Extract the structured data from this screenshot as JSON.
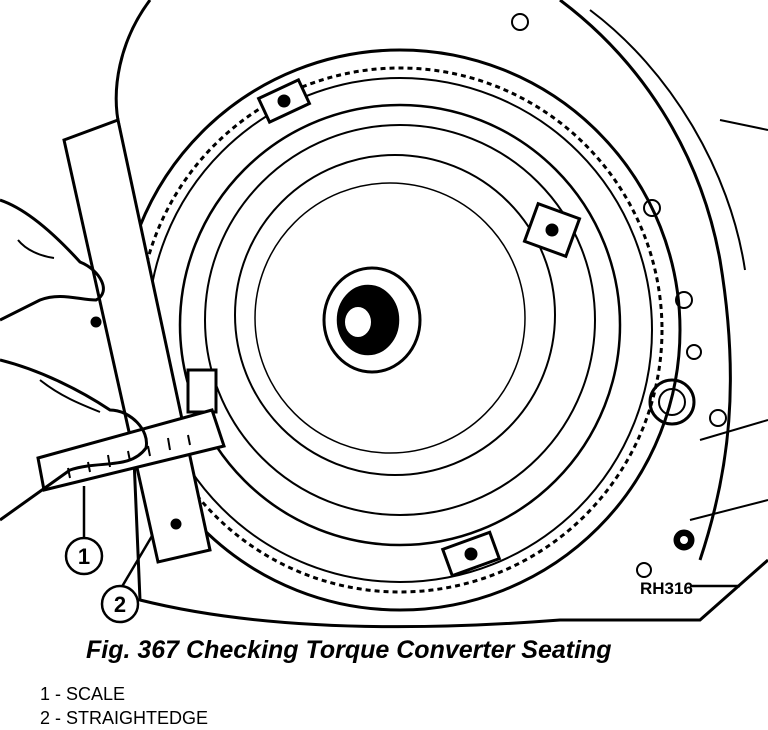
{
  "figure": {
    "code": "RH316",
    "caption": "Fig. 367 Checking Torque Converter Seating"
  },
  "callouts": [
    {
      "number": "1",
      "label": "SCALE"
    },
    {
      "number": "2",
      "label": "STRAIGHTEDGE"
    }
  ],
  "legend_separator": " - "
}
